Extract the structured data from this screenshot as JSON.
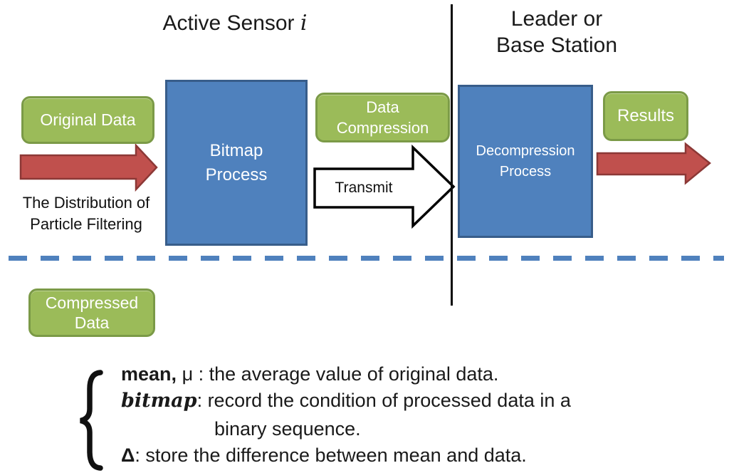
{
  "titles": {
    "left_prefix": "Active Sensor",
    "left_var": "i",
    "right_line1": "Leader or",
    "right_line2": "Base Station"
  },
  "boxes": {
    "original_data": {
      "label": "Original Data"
    },
    "bitmap_process": {
      "line1": "Bitmap",
      "line2": "Process"
    },
    "data_compression": {
      "line1": "Data",
      "line2": "Compression"
    },
    "decompression": {
      "line1": "Decompression",
      "line2": "Process"
    },
    "results": {
      "label": "Results"
    },
    "compressed_data": {
      "line1": "Compressed",
      "line2": "Data"
    }
  },
  "arrows": {
    "transmit_label": "Transmit"
  },
  "captions": {
    "distribution_line1": "The Distribution of",
    "distribution_line2": "Particle Filtering"
  },
  "legend": {
    "brace_symbol": "{",
    "mean_bold": "mean,",
    "mean_symbol": "μ",
    "mean_rest": ": the average value of original data.",
    "bitmap_bold": "bitmap",
    "bitmap_rest": ": record the condition of processed data in a",
    "line3": "binary sequence.",
    "delta_bold": "Δ",
    "delta_rest": ": store the difference between mean and data."
  },
  "colors": {
    "green_fill": "#9bbb59",
    "green_border": "#7b9a47",
    "blue_fill": "#4f81bd",
    "blue_border": "#385d8a",
    "red_fill": "#c0504d",
    "red_border": "#8c3836",
    "dash_color": "#4f81bd",
    "transmit_fill": "#ffffff",
    "transmit_border": "#000000",
    "text_color": "#1a1a1a"
  }
}
